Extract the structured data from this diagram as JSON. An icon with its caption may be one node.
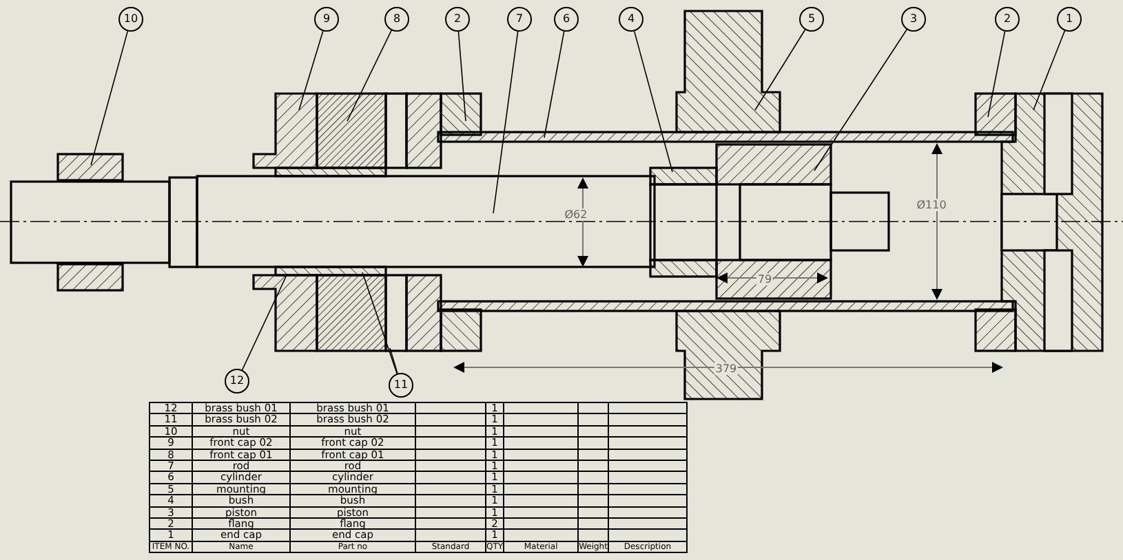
{
  "diagram": {
    "nodes": [
      {
        "text": [
          "10"
        ]
      },
      {
        "text": [
          "9"
        ]
      },
      {
        "text": [
          "8"
        ]
      },
      {
        "text": [
          "2"
        ]
      },
      {
        "text": [
          "7"
        ]
      },
      {
        "text": [
          "6"
        ]
      },
      {
        "text": [
          "4"
        ]
      },
      {
        "text": [
          "5"
        ]
      },
      {
        "text": [
          "3"
        ]
      },
      {
        "text": [
          "2"
        ]
      },
      {
        "text": [
          "1"
        ]
      },
      {
        "text": [
          "12"
        ]
      },
      {
        "text": [
          "11"
        ]
      }
    ],
    "edges": [
      {
        "from": 0,
        "to": null,
        "arrow": "none"
      },
      {
        "from": 1,
        "to": null,
        "arrow": "none"
      },
      {
        "from": 2,
        "to": null,
        "arrow": "none"
      },
      {
        "from": 3,
        "to": null,
        "arrow": "none"
      },
      {
        "from": 4,
        "to": null,
        "arrow": "none"
      },
      {
        "from": 5,
        "to": null,
        "arrow": "none"
      },
      {
        "from": 6,
        "to": null,
        "arrow": "none"
      },
      {
        "from": 7,
        "to": null,
        "arrow": "none"
      },
      {
        "from": 8,
        "to": null,
        "arrow": "none"
      },
      {
        "from": 9,
        "to": null,
        "arrow": "none"
      },
      {
        "from": 10,
        "to": null,
        "arrow": "none"
      },
      {
        "from": 11,
        "to": null,
        "arrow": "none"
      },
      {
        "from": 12,
        "to": null,
        "arrow": "none"
      },
      {
        "from": 12,
        "to": null,
        "arrow": "none"
      }
    ],
    "labels": [
      "Ø62",
      "Ø110",
      "79",
      "379",
      "12",
      "brass bush 01",
      "brass bush 01",
      "1",
      "11",
      "brass bush 02",
      "brass bush 02",
      "1",
      "10",
      "nut",
      "nut",
      "1",
      "9",
      "front cap 02",
      "front cap 02",
      "1",
      "8",
      "front cap 01",
      "front cap 01",
      "1",
      "7",
      "rod",
      "rod",
      "1",
      "6",
      "cylinder",
      "cylinder",
      "1",
      "5",
      "mounting",
      "mounting",
      "1",
      "4",
      "bush",
      "bush",
      "1",
      "3",
      "piston",
      "piston",
      "1",
      "2",
      "flang",
      "flang",
      "2",
      "1",
      "end cap",
      "end cap",
      "1",
      "ITEM NO.",
      "Name",
      "Part no",
      "Standard",
      "QTY",
      "Material",
      "Weight",
      "Description"
    ]
  }
}
